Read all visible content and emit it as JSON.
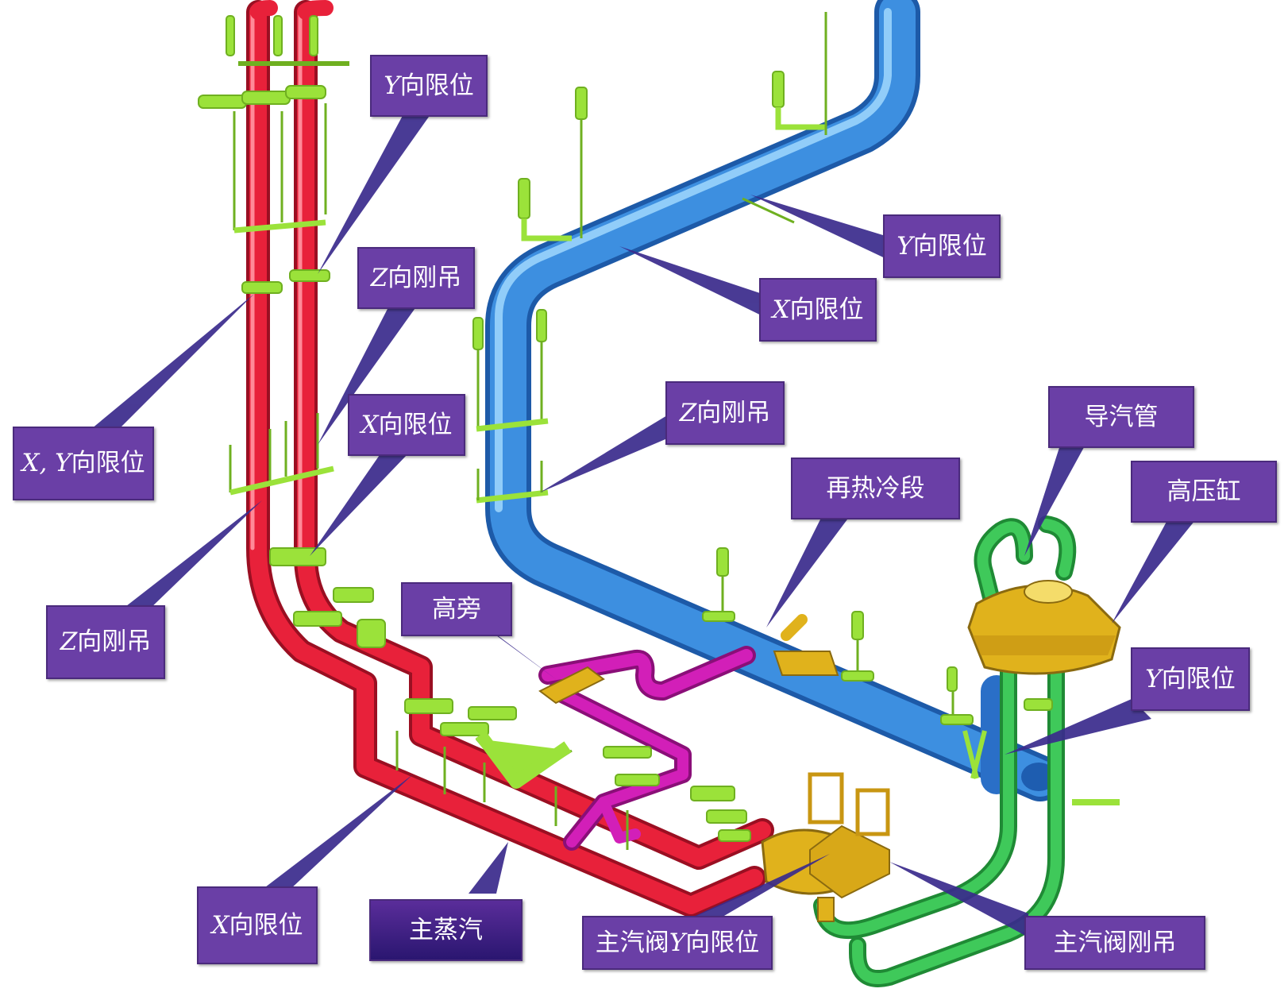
{
  "labels": {
    "y_limit_top": {
      "axis": "Y",
      "text": "向限位"
    },
    "xy_limit": {
      "axis": "X, Y",
      "text": "向限位"
    },
    "z_hanger_mid": {
      "axis": "Z",
      "text": "向刚吊"
    },
    "x_limit_mid": {
      "axis": "X",
      "text": "向限位"
    },
    "z_hanger_left": {
      "axis": "Z",
      "text": "向刚吊"
    },
    "y_limit_right": {
      "axis": "Y",
      "text": "向限位"
    },
    "x_limit_right": {
      "axis": "X",
      "text": "向限位"
    },
    "z_hanger_center": {
      "axis": "Z",
      "text": "向刚吊"
    },
    "reheat_cold": {
      "axis": "",
      "text": "再热冷段"
    },
    "steam_guide": {
      "axis": "",
      "text": "导汽管"
    },
    "hp_cylinder": {
      "axis": "",
      "text": "高压缸"
    },
    "hp_bypass": {
      "axis": "",
      "text": "高旁"
    },
    "y_limit_lower": {
      "axis": "Y",
      "text": "向限位"
    },
    "x_limit_bottom": {
      "axis": "X",
      "text": "向限位"
    },
    "main_steam": {
      "axis": "",
      "text": "主蒸汽"
    },
    "msv_y_limit": {
      "axis": "Y",
      "text": "向限位",
      "prefix": "主汽阀 "
    },
    "msv_rigid_hanger": {
      "axis": "",
      "text": "主汽阀刚吊"
    }
  },
  "colors": {
    "main_steam_pipe": "#e8213a",
    "reheat_cold_pipe": "#3d8fe0",
    "steam_guide_pipe": "#2fb84a",
    "hp_bypass_pipe": "#d21fb8",
    "supports": "#9be23a",
    "valves_cylinder": "#e0b21c",
    "label_fill": "#6a3fa6",
    "leader": "#3a2a8c"
  }
}
